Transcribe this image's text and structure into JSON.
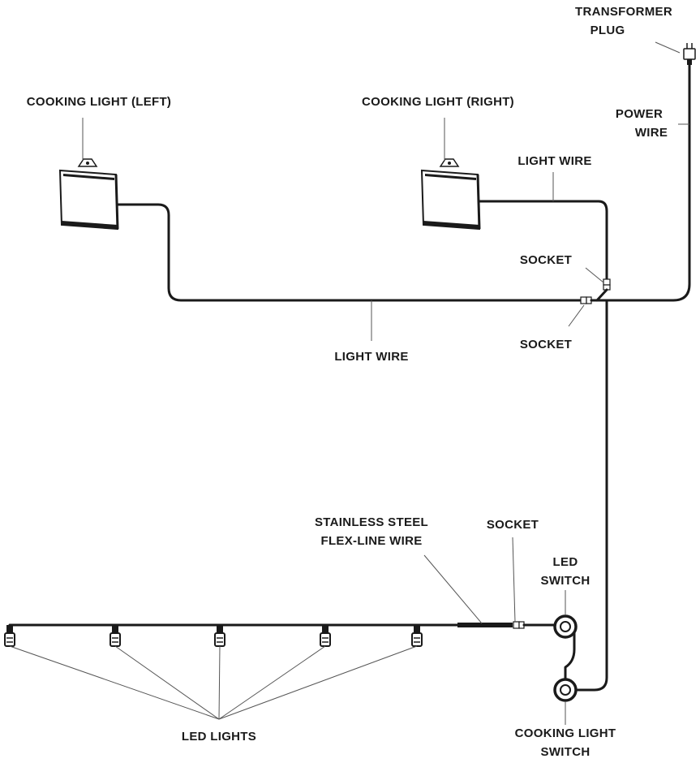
{
  "labels": {
    "transformer_plug": [
      "TRANSFORMER",
      "PLUG"
    ],
    "power_wire": [
      "POWER",
      "WIRE"
    ],
    "cooking_light_left": "COOKING LIGHT (LEFT)",
    "cooking_light_right": "COOKING LIGHT (RIGHT)",
    "light_wire_upper": "LIGHT WIRE",
    "socket_upper": "SOCKET",
    "socket_lower": "SOCKET",
    "light_wire_main": "LIGHT WIRE",
    "stainless_flex": [
      "STAINLESS STEEL",
      "FLEX-LINE WIRE"
    ],
    "socket_led": "SOCKET",
    "led_switch": [
      "LED",
      "SWITCH"
    ],
    "led_lights": "LED LIGHTS",
    "cooking_light_switch": [
      "COOKING LIGHT",
      "SWITCH"
    ]
  },
  "colors": {
    "wire": "#1a1a1a",
    "leader": "#555555",
    "background": "#ffffff"
  }
}
